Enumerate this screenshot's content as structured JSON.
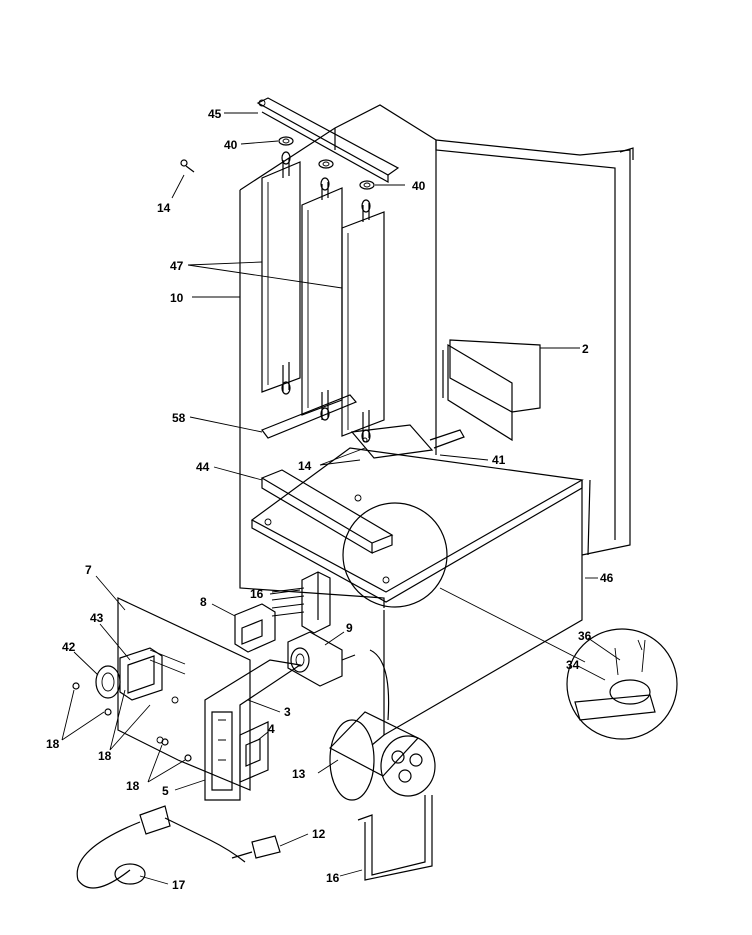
{
  "callouts": {
    "c45": "45",
    "c40a": "40",
    "c40b": "40",
    "c14a": "14",
    "c47": "47",
    "c10": "10",
    "c2": "2",
    "c58": "58",
    "c14b": "14",
    "c41": "41",
    "c44": "44",
    "c46": "46",
    "c7": "7",
    "c8": "8",
    "c16a": "16",
    "c9": "9",
    "c43": "43",
    "c42": "42",
    "c36": "36",
    "c34": "34",
    "c3": "3",
    "c18a": "18",
    "c18b": "18",
    "c4": "4",
    "c18c": "18",
    "c5": "5",
    "c13": "13",
    "c12": "12",
    "c16b": "16",
    "c17": "17"
  }
}
